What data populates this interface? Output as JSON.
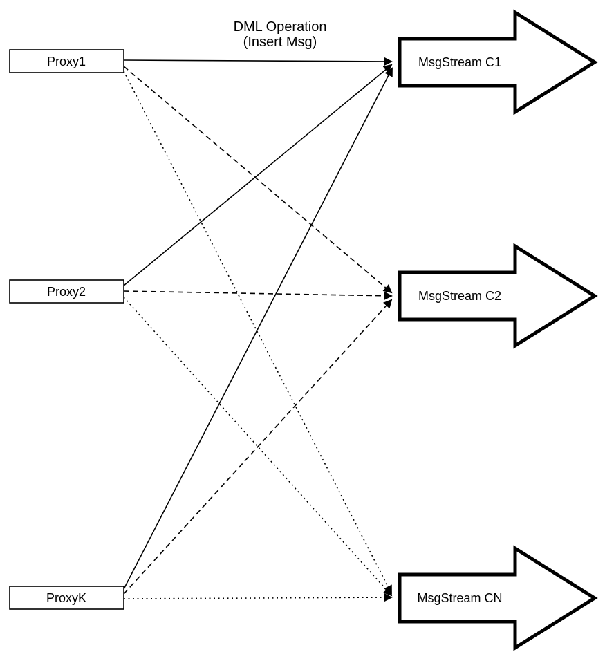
{
  "diagram": {
    "title_line1": "DML Operation",
    "title_line2": "(Insert Msg)",
    "proxies": [
      {
        "label": "Proxy1"
      },
      {
        "label": "Proxy2"
      },
      {
        "label": "ProxyK"
      }
    ],
    "streams": [
      {
        "label": "MsgStream C1"
      },
      {
        "label": "MsgStream C2"
      },
      {
        "label": "MsgStream CN"
      }
    ],
    "edges": [
      {
        "from": "Proxy1",
        "to": "MsgStream C1",
        "style": "solid"
      },
      {
        "from": "Proxy2",
        "to": "MsgStream C1",
        "style": "solid"
      },
      {
        "from": "ProxyK",
        "to": "MsgStream C1",
        "style": "solid"
      },
      {
        "from": "Proxy1",
        "to": "MsgStream C2",
        "style": "dashed"
      },
      {
        "from": "Proxy2",
        "to": "MsgStream C2",
        "style": "dashed"
      },
      {
        "from": "ProxyK",
        "to": "MsgStream C2",
        "style": "dashed"
      },
      {
        "from": "Proxy1",
        "to": "MsgStream CN",
        "style": "dotted"
      },
      {
        "from": "Proxy2",
        "to": "MsgStream CN",
        "style": "dotted"
      },
      {
        "from": "ProxyK",
        "to": "MsgStream CN",
        "style": "dotted"
      }
    ],
    "colors": {
      "stroke": "#000000",
      "fill": "#ffffff",
      "background": "#ffffff"
    }
  }
}
